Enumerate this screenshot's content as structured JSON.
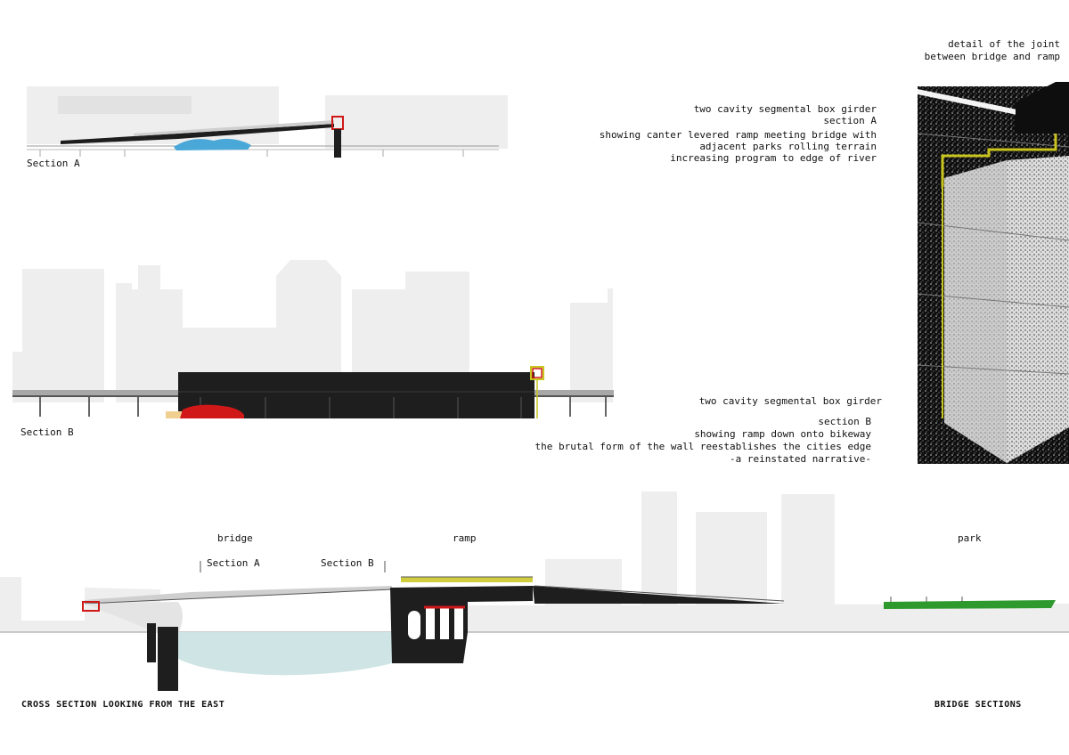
{
  "section_a": {
    "label": "Section A",
    "description": [
      "two cavity segmental box girder",
      "section A",
      "showing canter levered ramp meeting bridge with",
      "adjacent parks rolling terrain",
      "increasing program to edge of river"
    ]
  },
  "section_b": {
    "label": "Section B",
    "title": "two cavity segmental box girder",
    "description": [
      "section B",
      "showing ramp down onto bikeway",
      "the brutal form of the wall reestablishes the cities edge",
      "-a reinstated narrative-"
    ]
  },
  "detail": {
    "title": [
      "detail of the joint",
      "between bridge and ramp"
    ]
  },
  "cross_section": {
    "zones": {
      "bridge": "bridge",
      "ramp": "ramp",
      "park": "park"
    },
    "markers": {
      "section_a": "Section A",
      "section_b": "Section B"
    },
    "caption": "CROSS SECTION LOOKING FROM THE EAST",
    "sheet_title": "BRIDGE SECTIONS"
  },
  "colors": {
    "skyline": "#eeeeee",
    "structure": "#1e1e1e",
    "water": "#cfe4e4",
    "steel": "#d01818",
    "cyclist": "#4aa8d8",
    "park_green": "#2e9a2e",
    "joint_yellow": "#c9c41e"
  }
}
